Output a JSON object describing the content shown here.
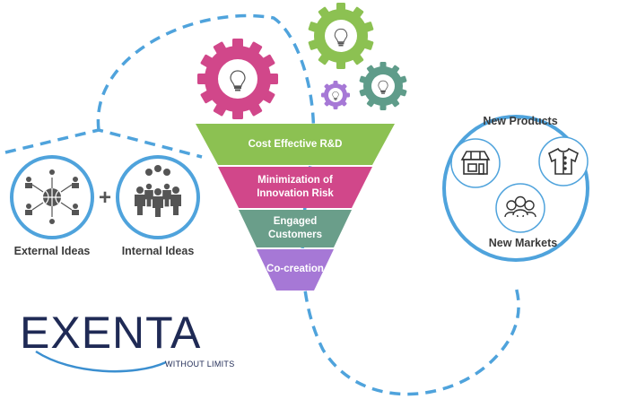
{
  "funnel": {
    "stages": [
      {
        "label": "Cost Effective R&D",
        "color": "#8cc152"
      },
      {
        "label": "Minimization of Innovation Risk",
        "color": "#d1478a"
      },
      {
        "label": "Engaged Customers",
        "color": "#6a9e8a"
      },
      {
        "label": "Co-creation",
        "color": "#a678d6"
      }
    ]
  },
  "inputs": {
    "external_label": "External Ideas",
    "internal_label": "Internal Ideas",
    "plus": "+"
  },
  "outputs": {
    "products_label": "New Products",
    "markets_label": "New Markets"
  },
  "gears": [
    {
      "name": "pink-gear",
      "color": "#d1478a"
    },
    {
      "name": "green-gear",
      "color": "#8cc152"
    },
    {
      "name": "purple-gear",
      "color": "#a678d6"
    },
    {
      "name": "teal-gear",
      "color": "#5f9c8a"
    }
  ],
  "colors": {
    "dashed_line": "#4fa3dc",
    "circle_stroke": "#4fa3dc",
    "icon_dark": "#555555"
  },
  "logo": {
    "name": "EXENTA",
    "tagline": "WITHOUT LIMITS"
  }
}
